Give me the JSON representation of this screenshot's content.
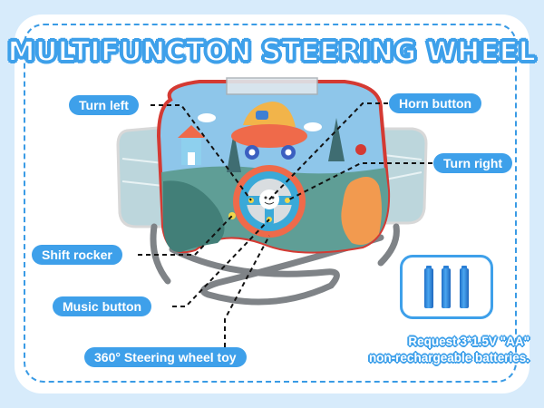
{
  "title": "Multifuncton Steering Wheel",
  "labels": {
    "turn_left": "Turn left",
    "horn_button": "Horn button",
    "turn_right": "Turn right",
    "shift_rocker": "Shift rocker",
    "music_button": "Music button",
    "steering_wheel": "360° Steering wheel toy"
  },
  "battery": {
    "count": 3,
    "note_line1": "Request 3*1.5V \"AA\"",
    "note_line2": "non-rechargeable batteries."
  },
  "colors": {
    "background": "#d7ebfb",
    "accent": "#3ea0ea",
    "tray_rim": "#d43a33",
    "tray_scene_sky": "#8ec6ea",
    "tray_scene_ground": "#5f9e96",
    "wheel_ring": "#3aa9d8",
    "wheel_outer": "#ef6a4a",
    "strap": "#808488",
    "mesh_pocket": "#bcd6dc"
  }
}
